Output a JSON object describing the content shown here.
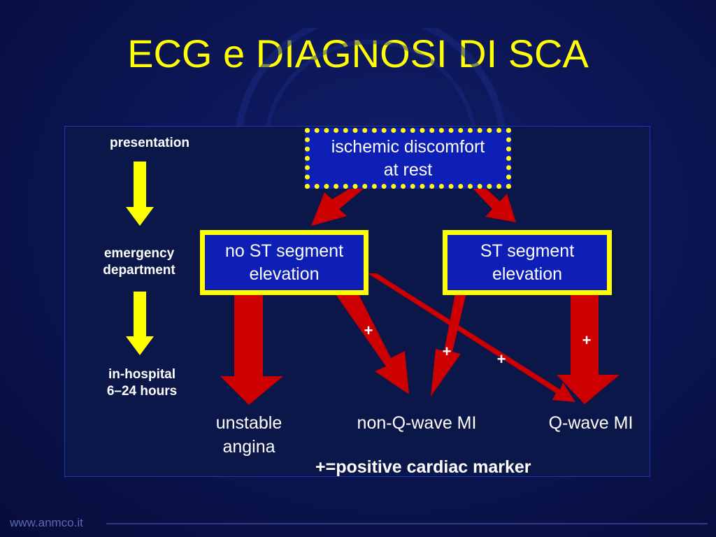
{
  "slide": {
    "title": "ECG e DIAGNOSI DI SCA",
    "footer_url": "www.anmco.it"
  },
  "diagram": {
    "stages": {
      "presentation": "presentation",
      "emergency_line1": "emergency",
      "emergency_line2": "department",
      "hospital_line1": "in-hospital",
      "hospital_line2": "6–24 hours"
    },
    "boxes": {
      "ischemic_line1": "ischemic discomfort",
      "ischemic_line2": "at rest",
      "no_st_line1": "no ST segment",
      "no_st_line2": "elevation",
      "st_line1": "ST segment",
      "st_line2": "elevation"
    },
    "outcomes": {
      "unstable_line1": "unstable",
      "unstable_line2": "angina",
      "non_q_wave": "non-Q-wave MI",
      "q_wave": "Q-wave MI"
    },
    "plus_sign": "+",
    "legend": "+=positive cardiac marker"
  },
  "colors": {
    "background": "#0c1656",
    "title": "#ffff00",
    "box_fill": "#0d1fb5",
    "box_border": "#ffff00",
    "flow_arrow": "#cc0000",
    "timeline_arrow": "#ffff00"
  }
}
